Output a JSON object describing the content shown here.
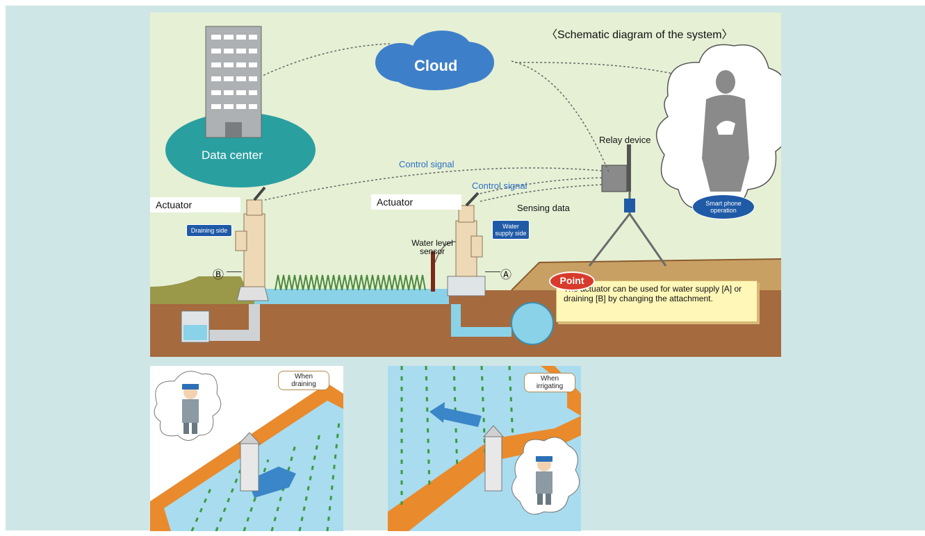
{
  "diagram": {
    "title": "〈Schematic diagram of the system〉",
    "cloud_label": "Cloud",
    "data_center_label": "Data center",
    "relay_device_label": "Relay device",
    "control_signal_1": "Control signal",
    "control_signal_2": "Control signal",
    "sensing_data_label": "Sensing data",
    "actuator_left_label": "Actuator",
    "actuator_right_label": "Actuator",
    "draining_side_tag": "Draining side",
    "water_supply_side_tag": "Water supply side",
    "water_level_sensor_label": "Water level sensor",
    "smart_phone_tag": "Smart phone operation",
    "marker_a": "Ⓐ",
    "marker_b": "Ⓑ",
    "point_badge": "Point",
    "point_text": "The actuator can be used for water supply [A] or draining [B] by changing the attachment."
  },
  "illustrations": {
    "left_bubble": "When draining",
    "right_bubble": "When irrigating"
  },
  "colors": {
    "page_bg": "#cfe6e6",
    "sky": "#e6f0d5",
    "cloud": "#3e7fc9",
    "data_center": "#2a9fa0",
    "ground": "#a56a3e",
    "water": "#8ad2e8",
    "tag_blue": "#1f5aa6",
    "signal_text": "#2a6fc4",
    "point_red": "#d83a2b",
    "point_box": "#fff7b8"
  }
}
